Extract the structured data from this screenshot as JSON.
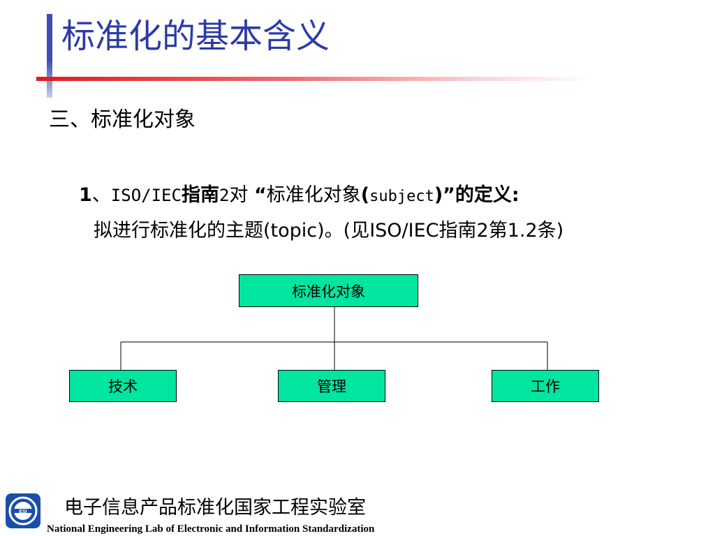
{
  "slide": {
    "title": "标准化的基本含义",
    "section_heading": "三、标准化对象"
  },
  "item": {
    "number": "1",
    "sep": "、",
    "iso_ref": "ISO/IEC",
    "guide_text": "指南",
    "guide_num": "2",
    "dui": "对 ",
    "quote_open": "“",
    "term": "标准化对象",
    "paren_open": "(",
    "term_en": "subject",
    "paren_close": ")",
    "quote_close": "”",
    "tail": "的定义",
    "colon": ":",
    "definition": "拟进行标准化的主题(topic)。(见ISO/IEC指南2第1.2条)"
  },
  "diagram": {
    "root": "标准化对象",
    "children": [
      "技术",
      "管理",
      "工作"
    ]
  },
  "footer": {
    "org_cn": "电子信息产品标准化国家工程实验室",
    "org_en": "National Engineering Lab of Electronic and Information Standardization",
    "logo_text": "ESI"
  },
  "colors": {
    "title": "#2b3ca6",
    "title_line": "#e0191f",
    "node_fill": "#00e5a0",
    "logo_bg": "#1a4fa8"
  }
}
